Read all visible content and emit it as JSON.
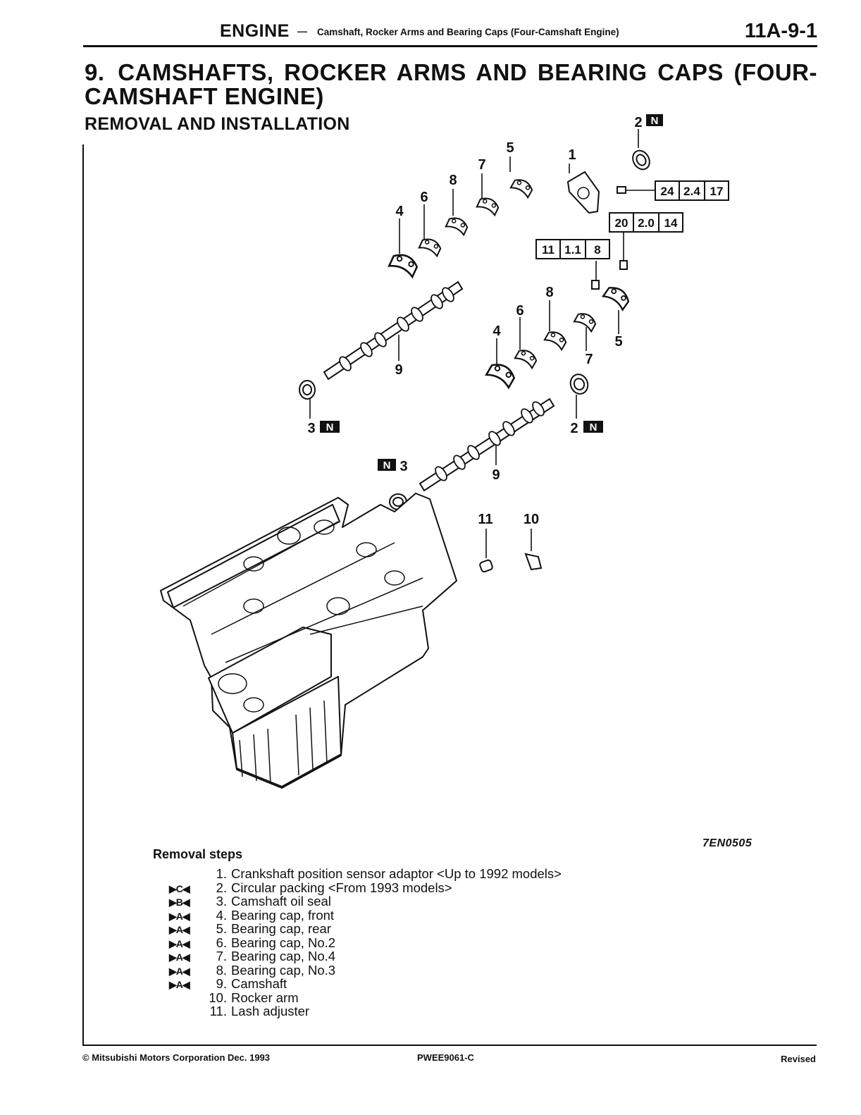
{
  "header": {
    "section": "ENGINE",
    "dash": "—",
    "subtitle": "Camshaft, Rocker Arms and Bearing Caps (Four-Camshaft Engine)",
    "page": "11A-9-1"
  },
  "title": {
    "number": "9.",
    "text": "CAMSHAFTS, ROCKER ARMS AND BEARING CAPS (FOUR-CAMSHAFT ENGINE)"
  },
  "section_heading": "REMOVAL AND INSTALLATION",
  "diagram": {
    "labels": {
      "l1": "1",
      "l2a": "2",
      "l2b": "2",
      "l3a": "3",
      "l3b": "3",
      "l4a": "4",
      "l4b": "4",
      "l5a": "5",
      "l5b": "5",
      "l6a": "6",
      "l6b": "6",
      "l7a": "7",
      "l7b": "7",
      "l8a": "8",
      "l8b": "8",
      "l9a": "9",
      "l9b": "9",
      "l10": "10",
      "l11": "11"
    },
    "new_part_mark": "N",
    "torque_specs": [
      [
        "24",
        "2.4",
        "17"
      ],
      [
        "20",
        "2.0",
        "14"
      ],
      [
        "11",
        "1.1",
        "8"
      ]
    ],
    "figure_code": "7EN0505"
  },
  "removal": {
    "title": "Removal steps",
    "steps": [
      {
        "mark": "",
        "num": "1.",
        "text": "Crankshaft position sensor adaptor <Up to 1992 models>"
      },
      {
        "mark": "▶C◀",
        "num": "2.",
        "text": "Circular packing <From 1993 models>"
      },
      {
        "mark": "▶B◀",
        "num": "3.",
        "text": "Camshaft oil seal"
      },
      {
        "mark": "▶A◀",
        "num": "4.",
        "text": "Bearing cap, front"
      },
      {
        "mark": "▶A◀",
        "num": "5.",
        "text": "Bearing cap, rear"
      },
      {
        "mark": "▶A◀",
        "num": "6.",
        "text": "Bearing cap, No.2"
      },
      {
        "mark": "▶A◀",
        "num": "7.",
        "text": "Bearing cap, No.4"
      },
      {
        "mark": "▶A◀",
        "num": "8.",
        "text": "Bearing cap, No.3"
      },
      {
        "mark": "▶A◀",
        "num": "9.",
        "text": "Camshaft"
      },
      {
        "mark": "",
        "num": "10.",
        "text": "Rocker arm"
      },
      {
        "mark": "",
        "num": "11.",
        "text": "Lash adjuster"
      }
    ]
  },
  "footer": {
    "copyright": "© Mitsubishi Motors Corporation  Dec. 1993",
    "doc_id": "PWEE9061-C",
    "status": "Revised"
  }
}
